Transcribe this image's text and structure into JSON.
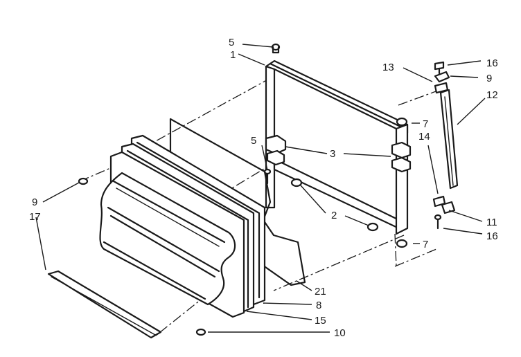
{
  "diagram": {
    "callouts": [
      {
        "id": "c1",
        "text": "1"
      },
      {
        "id": "c2",
        "text": "2"
      },
      {
        "id": "c3",
        "text": "3"
      },
      {
        "id": "c5a",
        "text": "5"
      },
      {
        "id": "c5b",
        "text": "5"
      },
      {
        "id": "c7a",
        "text": "7"
      },
      {
        "id": "c7b",
        "text": "7"
      },
      {
        "id": "c8",
        "text": "8"
      },
      {
        "id": "c9a",
        "text": "9"
      },
      {
        "id": "c9b",
        "text": "9"
      },
      {
        "id": "c10",
        "text": "10"
      },
      {
        "id": "c11",
        "text": "11"
      },
      {
        "id": "c12",
        "text": "12"
      },
      {
        "id": "c13",
        "text": "13"
      },
      {
        "id": "c14",
        "text": "14"
      },
      {
        "id": "c15",
        "text": "15"
      },
      {
        "id": "c16a",
        "text": "16"
      },
      {
        "id": "c16b",
        "text": "16"
      },
      {
        "id": "c17",
        "text": "17"
      },
      {
        "id": "c21",
        "text": "21"
      }
    ]
  }
}
